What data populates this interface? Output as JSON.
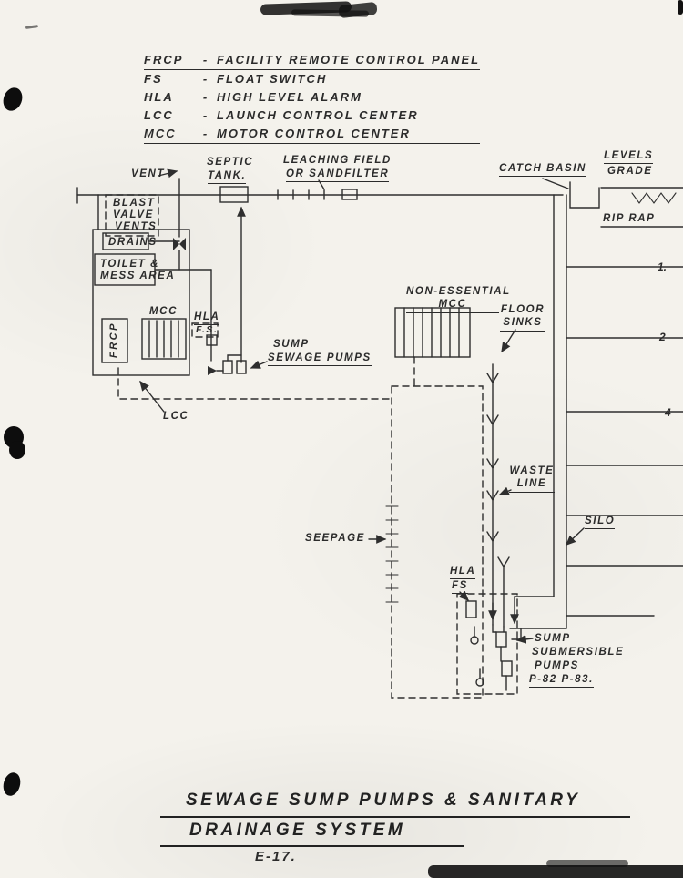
{
  "colors": {
    "ink": "#2e2e2e",
    "paper": "#f4f2ec"
  },
  "legend": {
    "items": [
      {
        "abbr": "FRCP",
        "sep": "-",
        "label": "FACILITY REMOTE CONTROL PANEL"
      },
      {
        "abbr": "FS",
        "sep": "-",
        "label": "FLOAT SWITCH"
      },
      {
        "abbr": "HLA",
        "sep": "-",
        "label": "HIGH LEVEL ALARM"
      },
      {
        "abbr": "LCC",
        "sep": "-",
        "label": "LAUNCH CONTROL CENTER"
      },
      {
        "abbr": "MCC",
        "sep": "-",
        "label": "MOTOR CONTROL CENTER"
      }
    ]
  },
  "labels": {
    "vent": "VENT",
    "septic_tank_line1": "SEPTIC",
    "septic_tank_line2": "TANK.",
    "leaching_field_line1": "LEACHING FIELD",
    "leaching_field_line2": "OR SANDFILTER",
    "catch_basin": "CATCH BASIN",
    "levels": "LEVELS",
    "grade": "GRADE",
    "rip_rap": "RIP RAP",
    "blast_valve_line1": "BLAST",
    "blast_valve_line2": "VALVE",
    "blast_valve_line3": "VENTS",
    "drains": "DRAINS",
    "toilet_line1": "TOILET &",
    "toilet_line2": "MESS AREA",
    "mcc": "MCC",
    "hla_upper": "HLA",
    "fs_upper": "F.S.",
    "frcp": "FRCP",
    "sump_sewage_line1": "SUMP",
    "sump_sewage_line2": "SEWAGE PUMPS",
    "lcc": "LCC",
    "non_essential_line1": "NON-ESSENTIAL",
    "non_essential_line2": "MCC",
    "floor_sinks_line1": "FLOOR",
    "floor_sinks_line2": "SINKS",
    "waste_line_line1": "WASTE",
    "waste_line_line2": "LINE",
    "silo": "SILO",
    "seepage": "SEEPAGE",
    "hla_lower": "HLA",
    "fs_lower": "FS",
    "sump_submersible_line1": "SUMP",
    "sump_submersible_line2": "SUBMERSIBLE",
    "sump_submersible_line3": "PUMPS",
    "sump_submersible_line4": "P-82 P-83."
  },
  "level_numbers": [
    "1.",
    "2",
    "4"
  ],
  "title": {
    "line1": "SEWAGE SUMP PUMPS & SANITARY",
    "line2": "DRAINAGE SYSTEM",
    "drawing_number": "E-17."
  }
}
